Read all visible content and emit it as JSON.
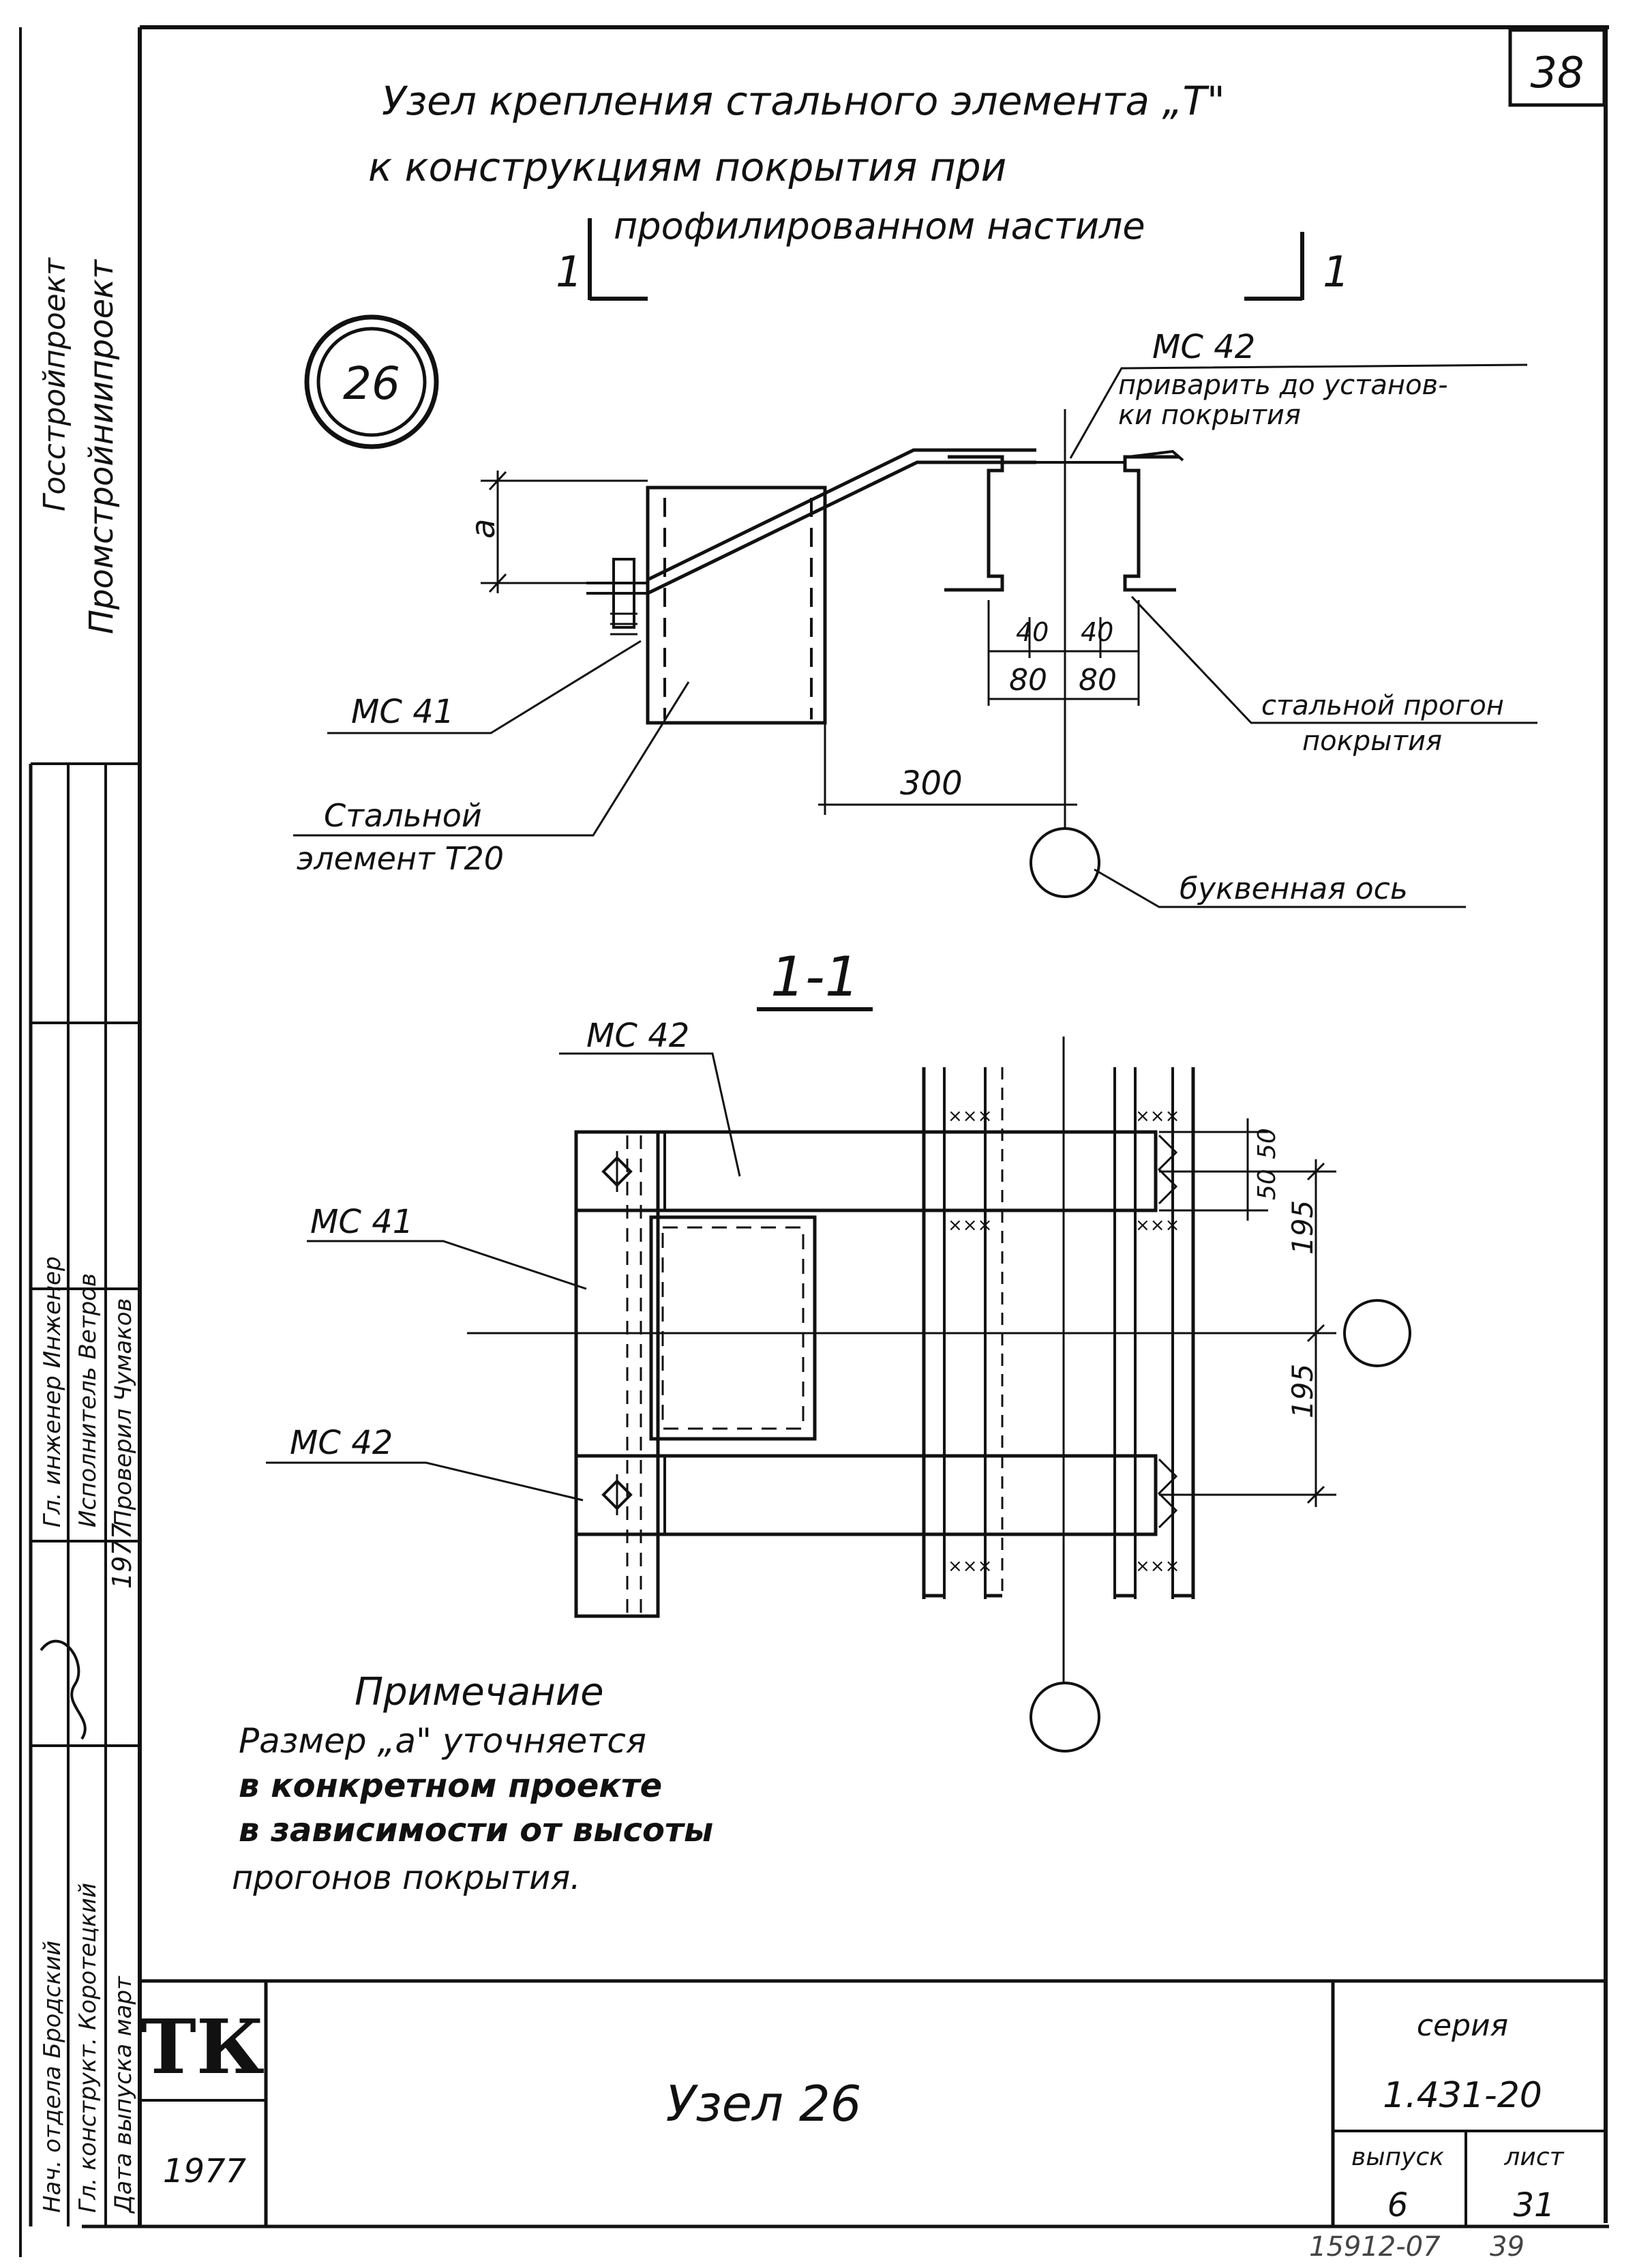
{
  "sheet_number": "38",
  "title": {
    "line1": "Узел крепления стального элемента „Т\"",
    "line2": "к конструкциям покрытия при",
    "line3": "профилированном настиле"
  },
  "node_badge": "26",
  "section_mark": "1",
  "plan": {
    "label_mc42": "МС 42",
    "note_mc42_line1": "приварить до установ-",
    "note_mc42_line2": "ки покрытия",
    "label_mc41": "МС 41",
    "label_element_line1": "Стальной",
    "label_element_line2": "элемент Т20",
    "label_purlin_line1": "стальной прогон",
    "label_purlin_line2": "покрытия",
    "label_axis": "буквенная ось",
    "dim_a": "а",
    "dim_40_left": "40",
    "dim_40_right": "40",
    "dim_80_left": "80",
    "dim_80_right": "80",
    "dim_300": "300"
  },
  "section": {
    "title": "1-1",
    "label_mc42_top": "МС 42",
    "label_mc41": "МС 41",
    "label_mc42_bottom": "МС 42",
    "dim_50a": "50",
    "dim_50b": "50",
    "dim_195_top": "195",
    "dim_195_bottom": "195"
  },
  "note": {
    "heading": "Примечание",
    "line1": "Размер „а\" уточняется",
    "line2": "в конкретном проекте",
    "line3": "в зависимости от высоты",
    "line4": "прогонов покрытия."
  },
  "left_margin": {
    "org_line1": "Госстройпроект",
    "org_line2": "Промстройниипроект",
    "rows": [
      {
        "role": "Нач. отдела",
        "name": "Бродский"
      },
      {
        "role": "Гл. конструкт.",
        "name": "Коротецкий"
      },
      {
        "role": "Дата выпуска",
        "name": "март"
      },
      {
        "role": "Гл. инженер",
        "name": "Инженер"
      },
      {
        "role": "Исполнитель",
        "name": "Ветров"
      },
      {
        "role": "Проверил",
        "name": "Чумаков"
      }
    ],
    "year_small": "1977"
  },
  "title_block": {
    "logo": "ТК",
    "year": "1977",
    "drawing_name": "Узел 26",
    "series_label": "серия",
    "series_value": "1.431-20",
    "issue_label": "выпуск",
    "sheet_label": "лист",
    "issue_value": "6",
    "sheet_value": "31"
  },
  "footer": {
    "archive": "15912-07",
    "page": "39"
  }
}
